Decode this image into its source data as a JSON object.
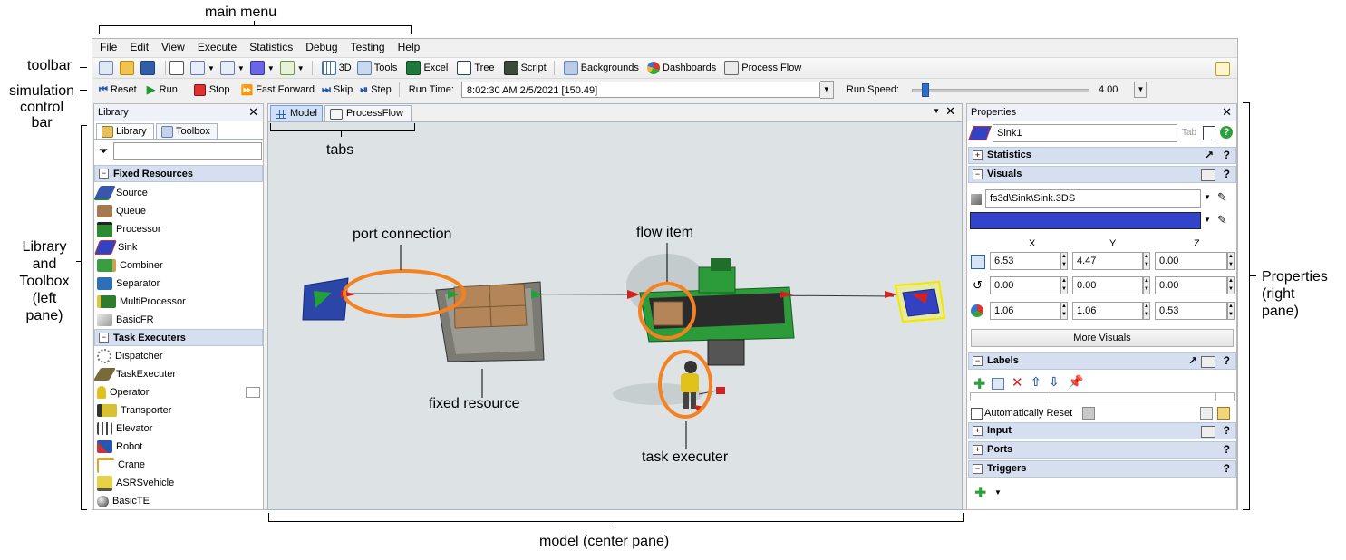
{
  "annotations": {
    "main_menu": "main menu",
    "toolbar": "toolbar",
    "sim_bar_l1": "simulation",
    "sim_bar_l2": "control",
    "sim_bar_l3": "bar",
    "left_l1": "Library",
    "left_l2": "and",
    "left_l3": "Toolbox",
    "left_l4": "(left",
    "left_l5": "pane)",
    "tabs": "tabs",
    "port_connection": "port connection",
    "flow_item": "flow item",
    "fixed_resource": "fixed resource",
    "task_executer": "task executer",
    "model": "model (center pane)",
    "right_l1": "Properties",
    "right_l2": "(right",
    "right_l3": "pane)"
  },
  "menu": [
    "File",
    "Edit",
    "View",
    "Execute",
    "Statistics",
    "Debug",
    "Testing",
    "Help"
  ],
  "toolbar": {
    "btn_3d": "3D",
    "btn_tools": "Tools",
    "btn_excel": "Excel",
    "btn_tree": "Tree",
    "btn_script": "Script",
    "btn_backgrounds": "Backgrounds",
    "btn_dashboards": "Dashboards",
    "btn_processflow": "Process Flow"
  },
  "sim": {
    "reset": "Reset",
    "run": "Run",
    "stop": "Stop",
    "fast_forward": "Fast Forward",
    "skip": "Skip",
    "step": "Step",
    "run_time_label": "Run Time:",
    "run_time_value": "8:02:30 AM  2/5/2021  [150.49]",
    "run_speed_label": "Run Speed:",
    "run_speed_value": "4.00"
  },
  "library": {
    "title": "Library",
    "tab_library": "Library",
    "tab_toolbox": "Toolbox",
    "group_fixed": "Fixed Resources",
    "fixed_items": [
      "Source",
      "Queue",
      "Processor",
      "Sink",
      "Combiner",
      "Separator",
      "MultiProcessor",
      "BasicFR"
    ],
    "group_task": "Task Executers",
    "task_items": [
      "Dispatcher",
      "TaskExecuter",
      "Operator",
      "Transporter",
      "Elevator",
      "Robot",
      "Crane",
      "ASRSvehicle",
      "BasicTE"
    ]
  },
  "center": {
    "tab_model": "Model",
    "tab_processflow": "ProcessFlow"
  },
  "properties": {
    "title": "Properties",
    "object_name": "Sink1",
    "tab_label": "Tab",
    "sec_statistics": "Statistics",
    "sec_visuals": "Visuals",
    "shape_file": "fs3d\\Sink\\Sink.3DS",
    "color_value": "#3344cc",
    "col_x": "X",
    "col_y": "Y",
    "col_z": "Z",
    "pos": [
      "6.53",
      "4.47",
      "0.00"
    ],
    "rot": [
      "0.00",
      "0.00",
      "0.00"
    ],
    "size": [
      "1.06",
      "1.06",
      "0.53"
    ],
    "more_visuals": "More Visuals",
    "sec_labels": "Labels",
    "auto_reset": "Automatically Reset",
    "sec_input": "Input",
    "sec_ports": "Ports",
    "sec_triggers": "Triggers"
  },
  "colors": {
    "accent": "#2b5fb4",
    "highlight_orange": "#f58220",
    "model_bg": "#dde3e5"
  }
}
